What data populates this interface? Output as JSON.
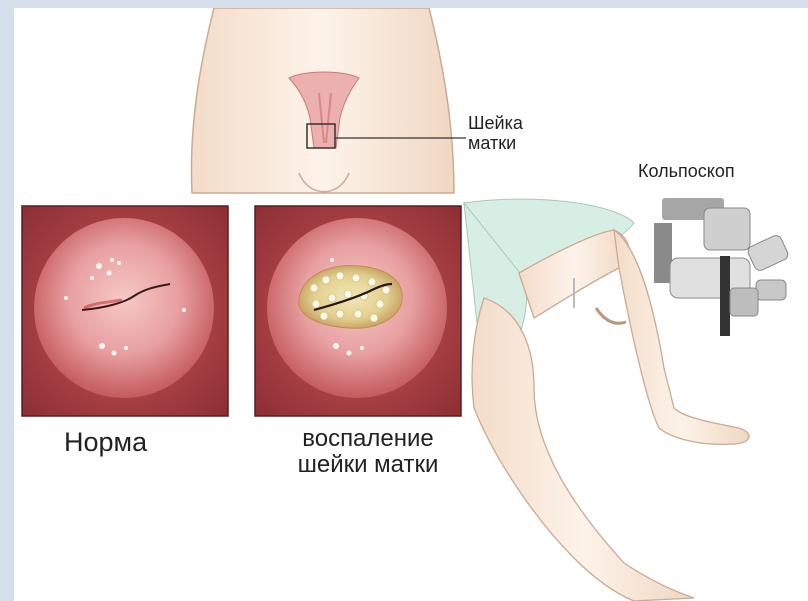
{
  "labels": {
    "cervix": [
      "Шейка",
      "матки"
    ],
    "colposcope": "Кольпоскоп",
    "norm": "Норма",
    "inflammation": [
      "воспаление",
      "шейки матки"
    ]
  },
  "colors": {
    "frame": "#d4dfeb",
    "skin": "#fbeee1",
    "skin_outline": "#c9ab94",
    "tissue_red": "#b9474a",
    "tissue_dark": "#8f2f34",
    "cervix_pink": "#e9a6a6",
    "gown": "#d6eee3",
    "device_gray": "#9a9a9a"
  }
}
